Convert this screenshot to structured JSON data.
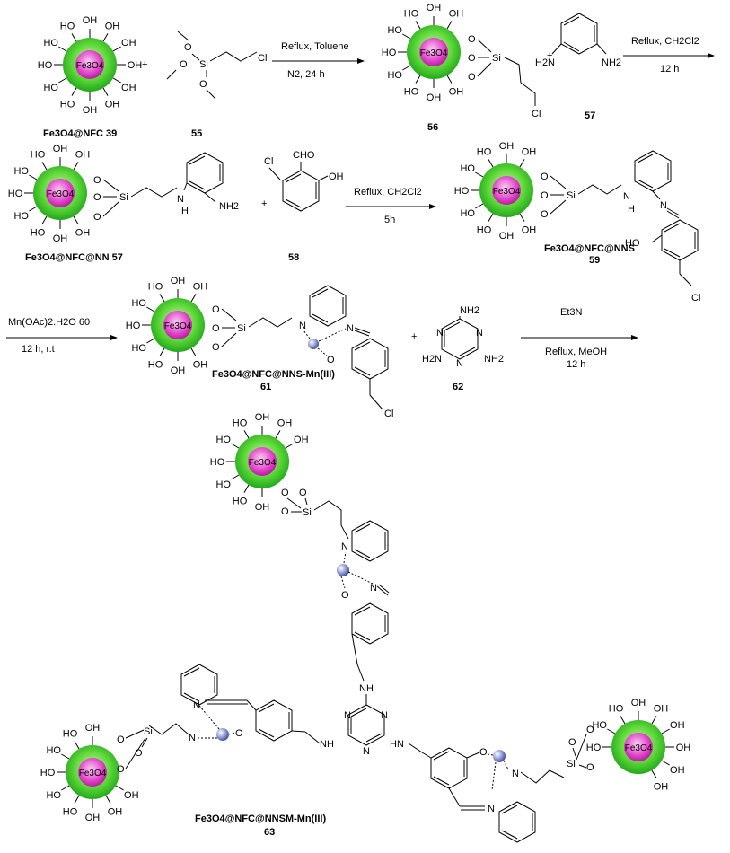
{
  "core_label": "Fe3O4",
  "hydroxyl": "OH",
  "hydroxyl_rev": "HO",
  "oxygen": "O",
  "silicon": "Si",
  "chlorine": "Cl",
  "nitrogen": "N",
  "plus": "+",
  "compounds": {
    "c39": "Fe3O4@NFC 39",
    "c55": "55",
    "c56": "56",
    "c57": "57",
    "c57b": "Fe3O4@NFC@NN 57",
    "c58": "58",
    "c59_name": "Fe3O4@NFC@NNS",
    "c59_num": "59",
    "c61_name": "Fe3O4@NFC@NNS-Mn(III)",
    "c61_num": "61",
    "c62": "62",
    "c63_name": "Fe3O4@NFC@NNSM-Mn(III)",
    "c63_num": "63"
  },
  "conditions": {
    "step1_top": "Reflux, Toluene",
    "step1_bottom": "N2, 24 h",
    "step2_top": "Reflux, CH2Cl2",
    "step2_bottom": "12 h",
    "step3_top": "Reflux, CH2Cl2",
    "step3_bottom": "5h",
    "step4_top": "Mn(OAc)2.H2O 60",
    "step4_bottom": "12 h, r.t",
    "step5_top": "Et3N",
    "step5_mid": "Reflux, MeOH",
    "step5_bottom": "12 h"
  },
  "groups": {
    "nh2": "NH2",
    "h2n": "H2N",
    "nh": "NH",
    "hn": "HN",
    "n_h": "N",
    "h": "H",
    "cho": "CHO",
    "oh_group": "OH",
    "ho_group": "HO",
    "o_minus": "O"
  },
  "colors": {
    "core_inner": "#e040c8",
    "core_outer": "#2ecc40",
    "mn_sphere": "#8f9bd6"
  }
}
